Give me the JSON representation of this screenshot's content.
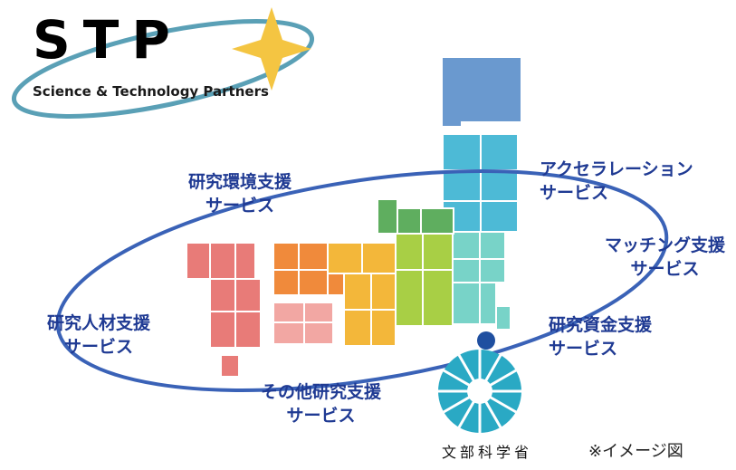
{
  "logo": {
    "letters": "STP",
    "subtitle": "Science & Technology Partners",
    "colors": {
      "ring": "#5aa0b6",
      "star": "#f4c542"
    }
  },
  "labels": {
    "research_env": [
      "研究環境支援",
      "サービス"
    ],
    "accelerator": [
      "アクセラレーション",
      "サービス"
    ],
    "matching": [
      "マッチング支援",
      "サービス"
    ],
    "human_resources": [
      "研究人材支援",
      "サービス"
    ],
    "funding": [
      "研究資金支援",
      "サービス"
    ],
    "other": [
      "その他研究支援",
      "サービス"
    ]
  },
  "mext_label": "文部科学省",
  "note": "※イメージ図",
  "colors": {
    "label_text": "#1f3a93",
    "ellipse": "#3a62b7",
    "hokkaido": "#6a99cf",
    "tohoku": "#4dbad6",
    "kanto": "#78d3c8",
    "chubu": "#a8cf45",
    "hokuriku": "#5fae5f",
    "kinki": "#f3b73a",
    "chugoku": "#f08a3b",
    "shikoku": "#f2a7a3",
    "kyushu": "#e87b78",
    "emblem": "#2aa9c4",
    "dot": "#1f4fa0"
  }
}
